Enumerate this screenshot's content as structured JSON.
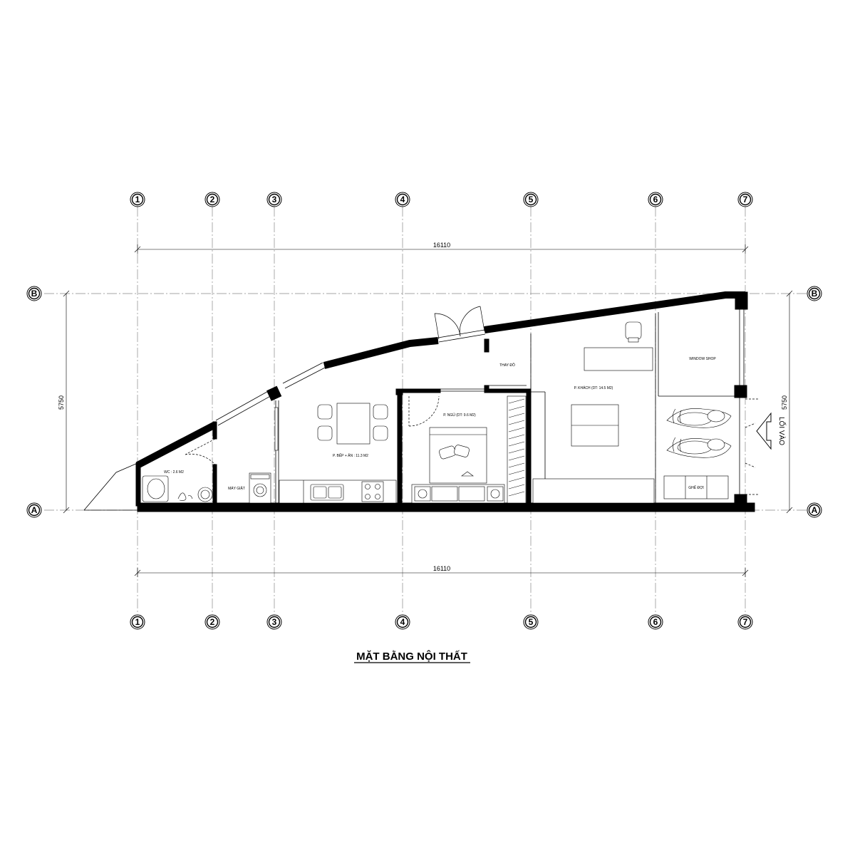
{
  "drawing": {
    "title": "MẶT BẰNG NỘI THẤT",
    "dimension_top": "16110",
    "dimension_bottom": "16110",
    "dimension_left": "5750",
    "dimension_right": "5750"
  },
  "grid": {
    "columns": [
      "1",
      "2",
      "3",
      "4",
      "5",
      "6",
      "7"
    ],
    "rows": [
      "A",
      "B"
    ]
  },
  "rooms": {
    "wc": "WC : 2.6 M2",
    "laundry": "MÁY GIẶT",
    "kitchen": "P. BẾP + ĂN : 11.3 M2",
    "bedroom": "P. NGỦ (DT: 9.6 M2)",
    "dressing": "THAY ĐỒ",
    "living": "P. KHÁCH  (DT: 14.5 M2)",
    "window_shop": "WINDOW SHOP",
    "waiting_bench": "GHẾ ĐỢI",
    "entrance": "LỐI VÀO"
  },
  "colors": {
    "ink": "#000000",
    "paper": "#ffffff",
    "grid_line": "#888888"
  }
}
